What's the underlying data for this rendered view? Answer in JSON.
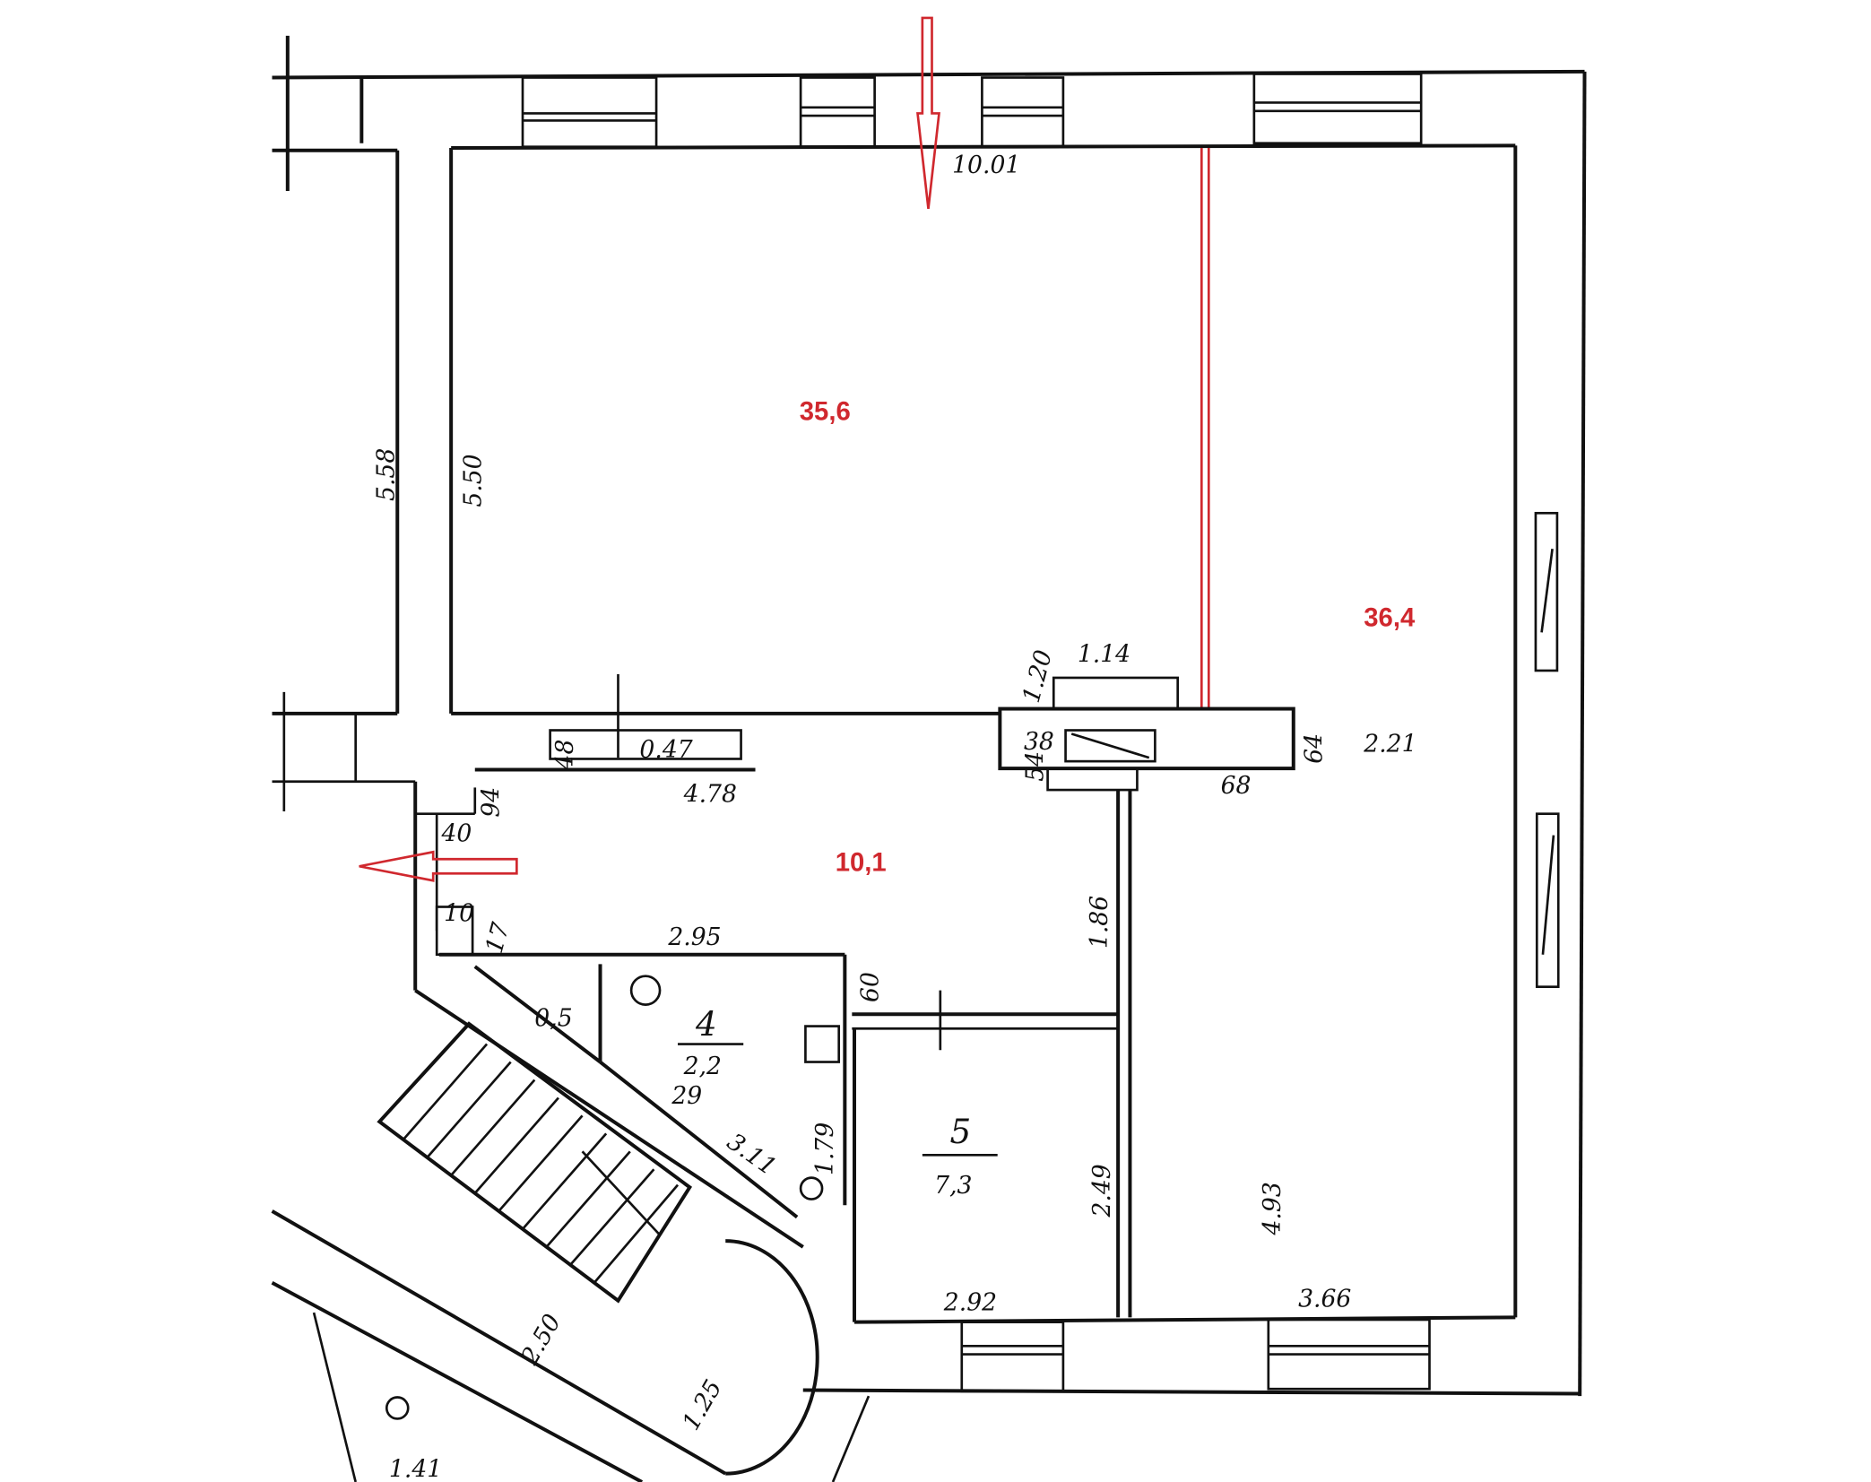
{
  "plan": {
    "colors": {
      "accent": "#d0282e",
      "ink": "#111111"
    },
    "areas": {
      "room_a": "35,6",
      "room_b": "36,4",
      "hall": "10,1"
    },
    "rooms": {
      "r4_num": "4",
      "r4_area": "2,2",
      "r5_num": "5",
      "r5_area": "7,3",
      "wc_area": "0,5"
    },
    "dims": {
      "top": "10.01",
      "left_outer": "5.58",
      "left_inner": "5.50",
      "d120": "1.20",
      "d114": "1.14",
      "d64": "64",
      "d221": "2.21",
      "d478": "4.78",
      "d48": "48",
      "d47": "0.47",
      "d94": "94",
      "d40": "40",
      "d10": "10",
      "d295": "2.95",
      "d186": "1.86",
      "d249": "2.49",
      "d493": "4.93",
      "d292": "2.92",
      "d366": "3.66",
      "d250": "2.50",
      "d125": "1.25",
      "d179": "1.79",
      "d311": "3.11",
      "d141": "1.41",
      "d60": "60",
      "d38": "38",
      "d54": "54",
      "d68": "68",
      "d29": "29",
      "d17": "17"
    }
  }
}
